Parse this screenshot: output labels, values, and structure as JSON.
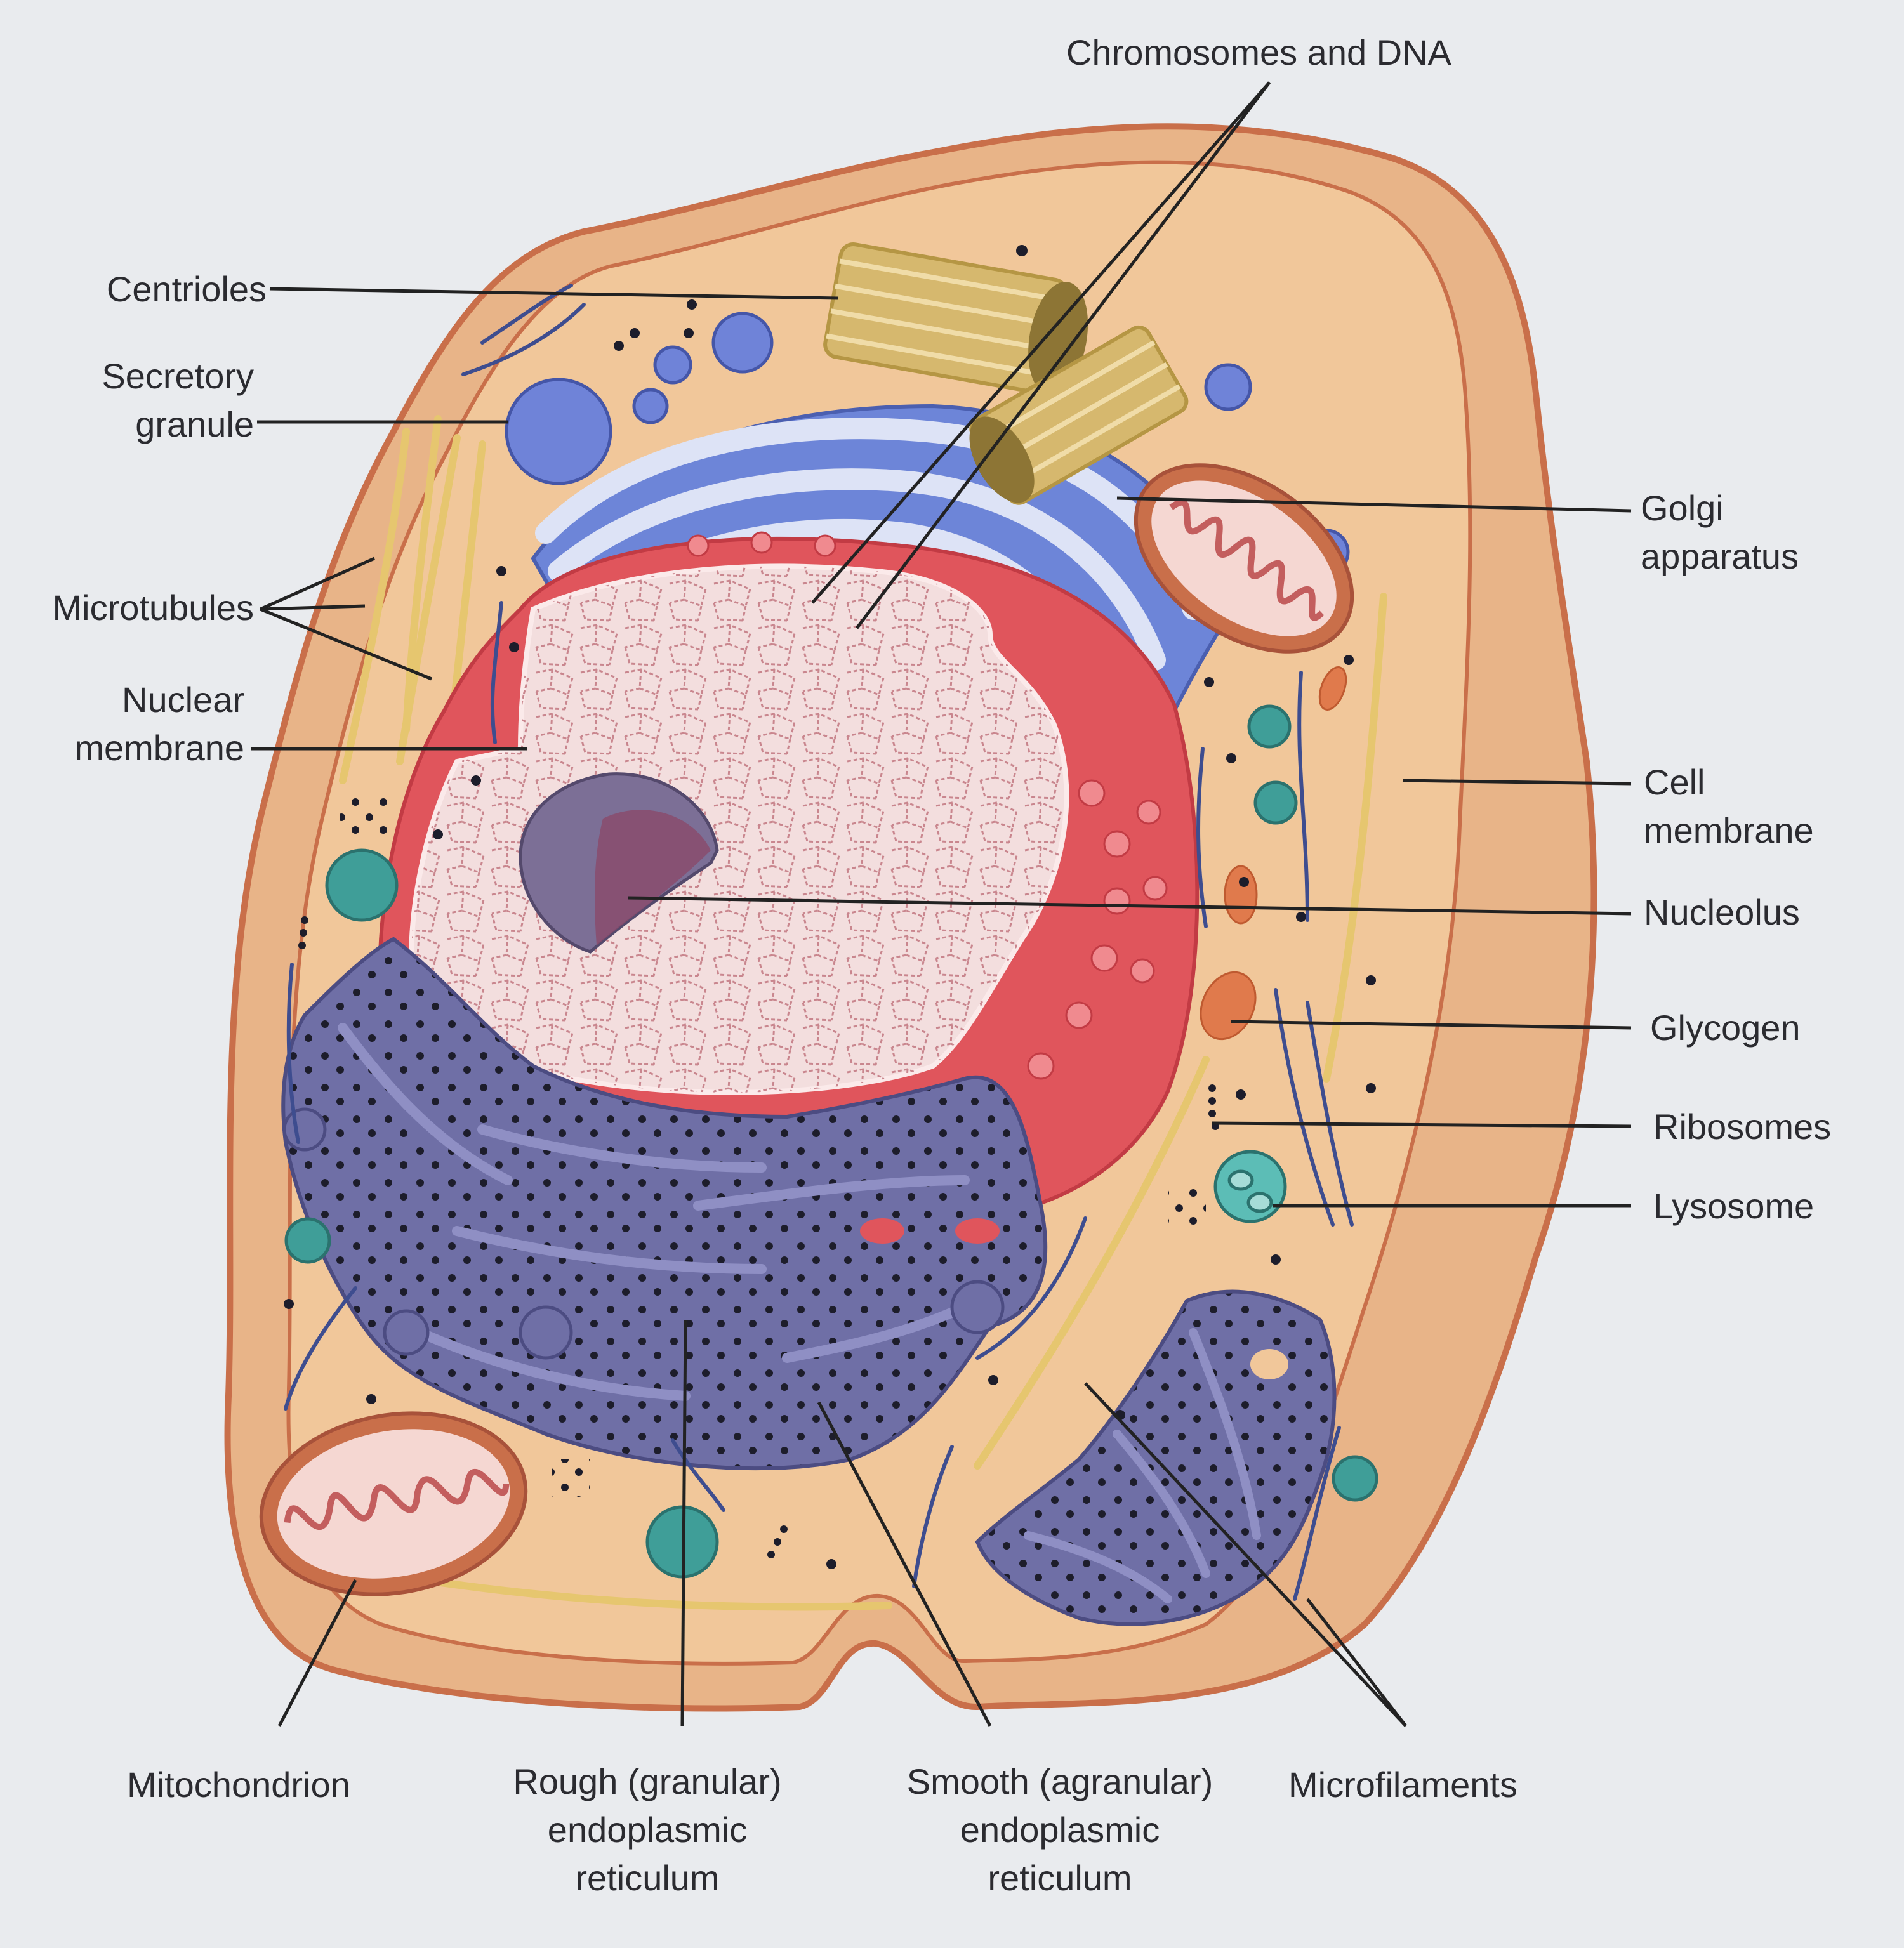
{
  "figure": {
    "labels": {
      "chromosomes": "Chromosomes and DNA",
      "centrioles": "Centrioles",
      "secretory": [
        "Secretory",
        "granule"
      ],
      "microtubules": "Microtubules",
      "nuclear": [
        "Nuclear",
        "membrane"
      ],
      "golgi": [
        "Golgi",
        "apparatus"
      ],
      "cell_membrane": [
        "Cell",
        "membrane"
      ],
      "nucleolus": "Nucleolus",
      "glycogen": "Glycogen",
      "ribosomes": "Ribosomes",
      "lysosome": "Lysosome",
      "mitochondrion": "Mitochondrion",
      "rough_er": [
        "Rough (granular)",
        "endoplasmic",
        "reticulum"
      ],
      "smooth_er": [
        "Smooth (agranular)",
        "endoplasmic",
        "reticulum"
      ],
      "microfilaments": "Microfilaments"
    }
  },
  "colors": {
    "background": "#e9ebee",
    "cell_outer": "#e8b488",
    "cell_membrane": "#c96f4a",
    "cytoplasm": "#f1c79a",
    "nucleus_envelope": "#e0555c",
    "nucleoplasm": "#f3dede",
    "nucleolus": "#7c6f96",
    "golgi": "#6d85d8",
    "rough_er": "#6f6fa6",
    "mitochondrion": "#d7827d",
    "lysosome": "#3f9e98",
    "centriole": "#d6b86e",
    "microtubule": "#e6c66f",
    "leader_line": "#222222"
  }
}
